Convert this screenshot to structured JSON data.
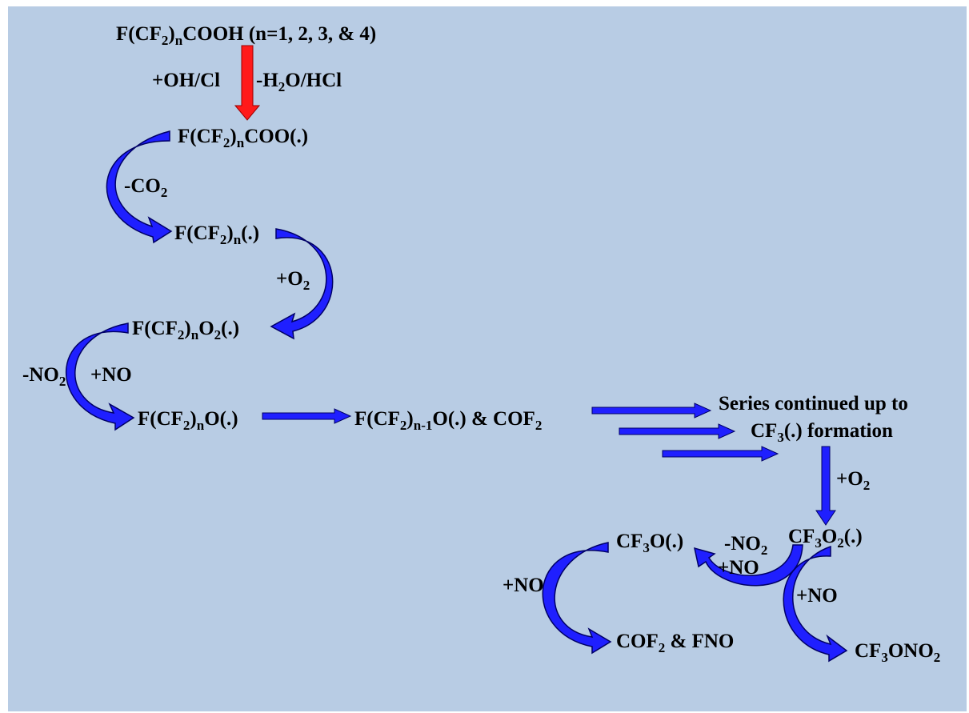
{
  "diagram": {
    "colors": {
      "background": "#b8cce4",
      "curved_arrow": "#1f1fff",
      "arrow_outline": "#000066",
      "red_arrow": "#ff1a1a"
    },
    "nodes": {
      "acid": {
        "pre": "F(CF",
        "s1": "2",
        "mid": ")",
        "s2": "n",
        "post": "COOH (n=1, 2, 3, & 4)"
      },
      "carboxyl_radical": {
        "pre": "F(CF",
        "s1": "2",
        "mid": ")",
        "s2": "n",
        "post": "COO(.)"
      },
      "alkyl_radical": {
        "pre": "F(CF",
        "s1": "2",
        "mid": ")",
        "s2": "n",
        "post": "(.)"
      },
      "peroxy_radical": {
        "pre": "F(CF",
        "s1": "2",
        "mid": ")",
        "s2": "n",
        "mid2": "O",
        "s3": "2",
        "post": "(.)"
      },
      "alkoxy_radical": {
        "pre": "F(CF",
        "s1": "2",
        "mid": ")",
        "s2": "n",
        "post": "O(.)"
      },
      "shorter_alkoxy": {
        "pre": "F(CF",
        "s1": "2",
        "mid": ")",
        "s2": "n-1",
        "mid2": "O(.) & COF",
        "s3": "2"
      },
      "series_line1": "Series continued up to",
      "series_line2": {
        "pre": "CF",
        "s1": "3",
        "post": "(.) formation"
      },
      "cf3o2": {
        "pre": "CF",
        "s1": "3",
        "mid": "O",
        "s2": "2",
        "post": "(.)"
      },
      "cf3o": {
        "pre": "CF",
        "s1": "3",
        "post": "O(.)"
      },
      "cof2_fno": {
        "pre": "COF",
        "s1": "2",
        "post": " & FNO"
      },
      "cf3ono2": {
        "pre": "CF",
        "s1": "3",
        "post": "ONO",
        "s2": "2"
      }
    },
    "steps": {
      "oh_cl": "+OH/Cl",
      "h2o_hcl": {
        "pre": "-H",
        "s1": "2",
        "post": "O/HCl"
      },
      "minus_co2": {
        "pre": "-CO",
        "s1": "2"
      },
      "plus_o2_a": {
        "pre": "+O",
        "s1": "2"
      },
      "minus_no2_a": {
        "pre": "-NO",
        "s1": "2"
      },
      "plus_no_a": "+NO",
      "plus_o2_b": {
        "pre": "+O",
        "s1": "2"
      },
      "minus_no2_b": {
        "pre": "-NO",
        "s1": "2"
      },
      "plus_no_b": "+NO",
      "plus_no_c": "+NO",
      "plus_no_d": "+NO"
    }
  }
}
